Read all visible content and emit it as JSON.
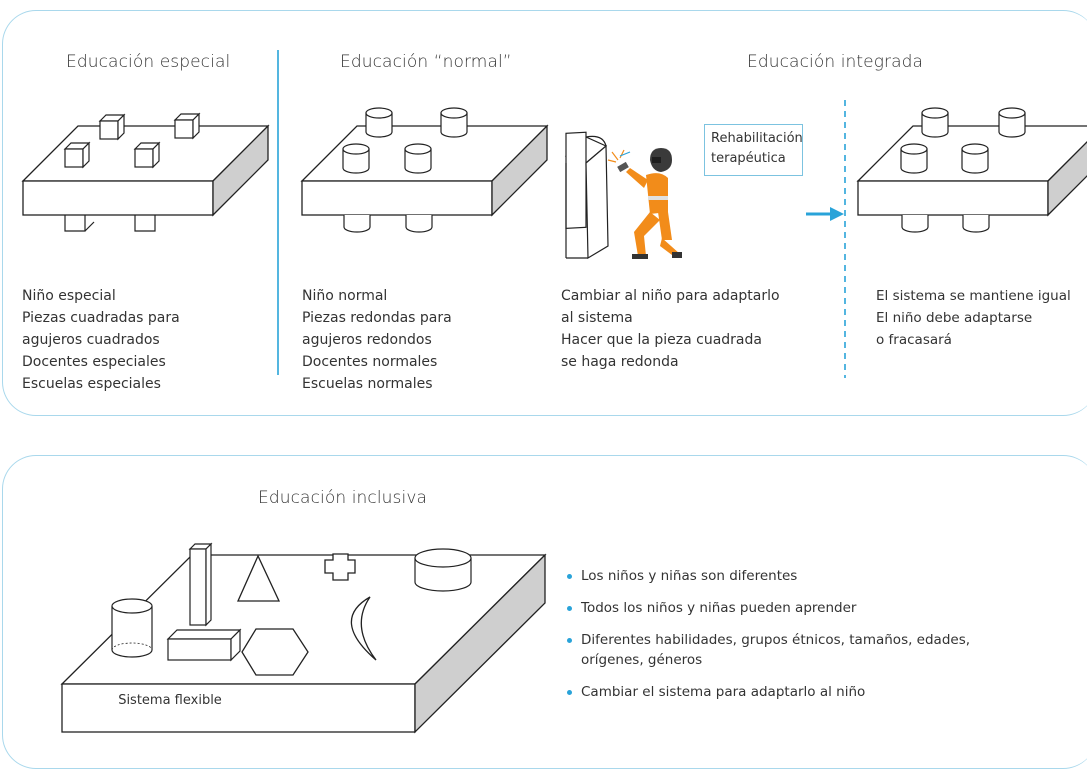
{
  "top": {
    "special": {
      "title": "Educación especial",
      "lines": [
        "Niño especial",
        "Piezas cuadradas para",
        "agujeros cuadrados",
        "Docentes especiales",
        "Escuelas especiales"
      ]
    },
    "normal": {
      "title": "Educación “normal”",
      "lines": [
        "Niño normal",
        "Piezas redondas para",
        "agujeros redondos",
        "Docentes normales",
        "Escuelas normales"
      ]
    },
    "integrated": {
      "title": "Educación integrada",
      "rehab_lines": [
        "Rehabilitación",
        "terapéutica"
      ],
      "change_lines": [
        "Cambiar al niño para adaptarlo",
        "al sistema",
        "Hacer que la pieza cuadrada",
        "se haga redonda"
      ],
      "result_lines": [
        "El sistema se mantiene igual",
        "El niño debe adaptarse",
        "o fracasará"
      ]
    }
  },
  "bottom": {
    "title": "Educación inclusiva",
    "board_label": "Sistema flexible",
    "bullets": [
      {
        "line1": "Los niños y niñas son diferentes",
        "line2": ""
      },
      {
        "line1": "Todos los niños y niñas pueden aprender",
        "line2": ""
      },
      {
        "line1": "Diferentes habilidades, grupos étnicos, tamaños, edades,",
        "line2": "orígenes, géneros"
      },
      {
        "line1": "Cambiar el sistema para adaptarlo al niño",
        "line2": ""
      }
    ]
  },
  "colors": {
    "frame": "#a9d8ec",
    "accent_blue": "#29a3d9",
    "worker_orange": "#f28c1a",
    "board_side": "#c8c8c8"
  },
  "icons": [
    "cube-icon",
    "cylinder-icon",
    "worker-welding-icon",
    "arrow-right-icon",
    "triangle-icon",
    "hexagon-icon",
    "crescent-icon",
    "cross-icon"
  ]
}
